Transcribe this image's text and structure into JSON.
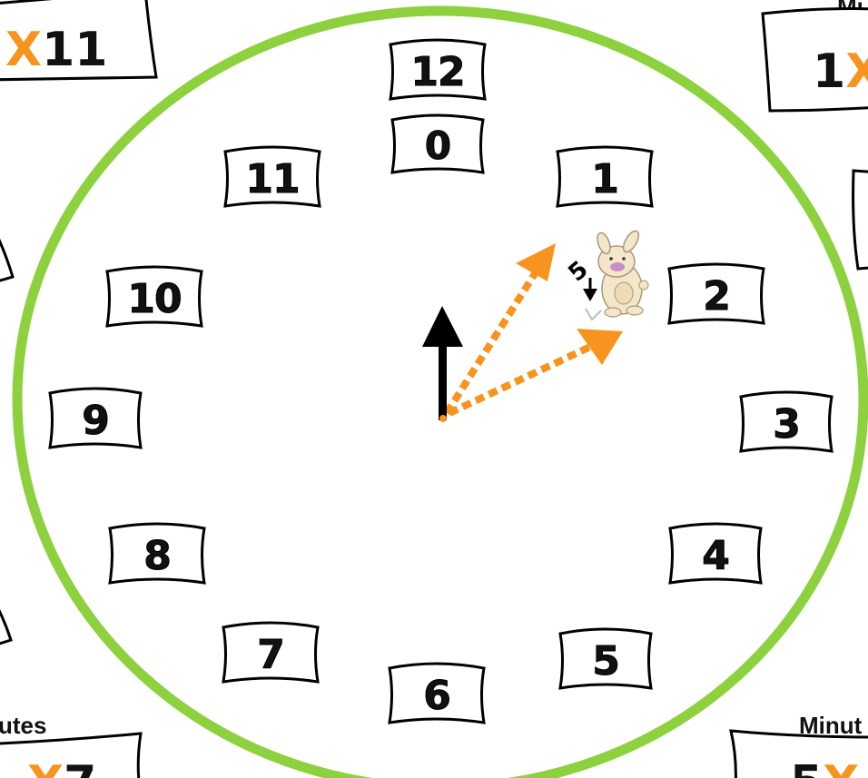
{
  "clock": {
    "ring_color": "#8ed13f",
    "outer_numbers": [
      "12",
      "1",
      "2",
      "3",
      "4",
      "5",
      "6",
      "7",
      "8",
      "9",
      "10",
      "11"
    ],
    "inner_number": "0",
    "hand_color": "#000000",
    "arrow_color": "#f7941d"
  },
  "side_cards": {
    "top_left": {
      "number_a": "",
      "times": "X",
      "number_b": "11"
    },
    "top_right": {
      "label": "Mi",
      "number_a": "1",
      "times": "X",
      "number_b": ""
    },
    "bottom_left": {
      "label": "utes",
      "number_a": "",
      "times": "X",
      "number_b": "7"
    },
    "bottom_right": {
      "label": "Minut",
      "number_a": "5",
      "times": "X",
      "number_b": ""
    }
  },
  "annotation": {
    "text": "5"
  },
  "icons": {
    "bunny": "bunny-icon"
  },
  "colors": {
    "accent_orange": "#f7941d",
    "ring_green": "#8ed13f",
    "ink": "#000000"
  }
}
